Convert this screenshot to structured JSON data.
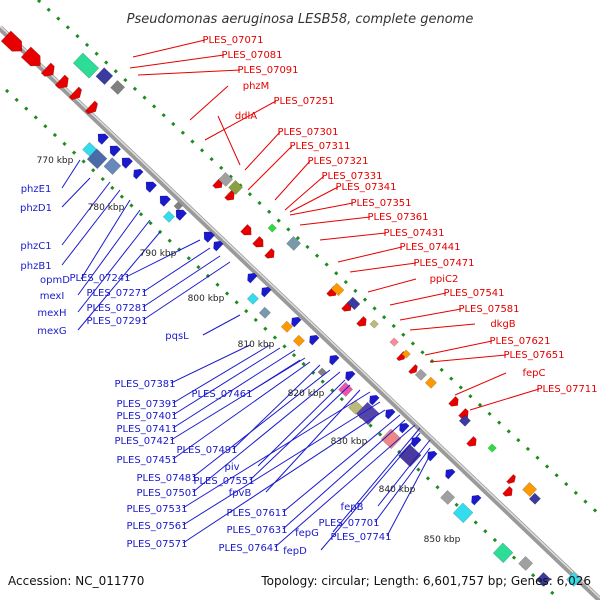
{
  "title": "Pseudomonas aeruginosa LESB58, complete genome",
  "footer": {
    "accession": "Accession: NC_011770",
    "summary": "Topology: circular; Length: 6,601,757 bp; Genes: 6,026"
  },
  "tick_labels": [
    "770 kbp",
    "780 kbp",
    "790 kbp",
    "800 kbp",
    "810 kbp",
    "820 kbp",
    "830 kbp",
    "840 kbp",
    "850 kbp"
  ],
  "top_labels": [
    "PLES_07071",
    "PLES_07081",
    "PLES_07091",
    "phzM",
    "PLES_07251",
    "ddlA",
    "PLES_07301",
    "PLES_07311",
    "PLES_07321",
    "PLES_07331",
    "PLES_07341",
    "PLES_07351",
    "PLES_07361",
    "PLES_07431",
    "PLES_07441",
    "PLES_07471",
    "ppiC2",
    "PLES_07541",
    "PLES_07581",
    "dkgB",
    "PLES_07621",
    "PLES_07651",
    "fepC",
    "PLES_07711"
  ],
  "bottom_labels": [
    "phzE1",
    "phzD1",
    "phzC1",
    "phzB1",
    "opmD",
    "mexI",
    "mexH",
    "mexG",
    "PLES_07241",
    "PLES_07271",
    "PLES_07281",
    "PLES_07291",
    "pqsL",
    "PLES_07381",
    "PLES_07391",
    "PLES_07401",
    "PLES_07411",
    "PLES_07421",
    "PLES_07461",
    "PLES_07451",
    "PLES_07491",
    "PLES_07481",
    "PLES_07501",
    "piv",
    "PLES_07551",
    "fpvB",
    "PLES_07531",
    "PLES_07561",
    "PLES_07571",
    "PLES_07611",
    "PLES_07631",
    "PLES_07641",
    "fepG",
    "fepD",
    "fepB",
    "PLES_07701",
    "PLES_07741"
  ]
}
